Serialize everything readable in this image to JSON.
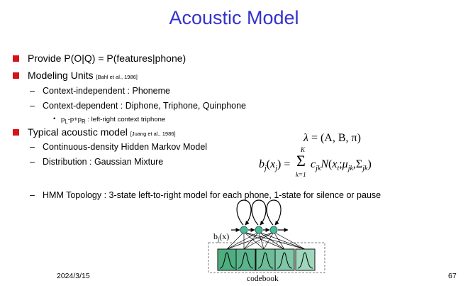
{
  "slide": {
    "title": "Acoustic Model",
    "bullets": [
      {
        "text": "Provide P(O|Q) = P(features|phone)"
      },
      {
        "text": "Modeling Units",
        "cite": "[Bahl et al., 1986]"
      },
      {
        "text": "Context-independent : Phoneme"
      },
      {
        "text": "Context-dependent : Diphone, Triphone, Quinphone"
      },
      {
        "text": " : left-right context triphone"
      },
      {
        "text": "Typical acoustic model",
        "cite": "[Juang et al., 1986]"
      },
      {
        "text": "Continuous-density Hidden Markov Model"
      },
      {
        "text": "Distribution : Gaussian Mixture"
      },
      {
        "text": "HMM Topology : 3-state left-to-right model for each phone, 1-state for silence or pause"
      }
    ],
    "triphone": {
      "p": "p",
      "l": "L",
      "mid": "-p+p",
      "r": "R"
    },
    "formula_lambda": {
      "lhs": "λ",
      "rhs": "= (A, B, π)"
    },
    "formula_b": {
      "b": "b",
      "j": "j",
      "x": "x",
      "eq": "=",
      "sum": "Σ",
      "K": "K",
      "k1": "k=1",
      "c": "c",
      "jk": "jk",
      "N": "N",
      "xt": "x",
      "t": "t",
      "mu": "μ",
      "Sigma": "Σ"
    },
    "diagram": {
      "bj_b": "b",
      "bj_j": "j",
      "bj_x": "(x)",
      "codebook": "codebook"
    },
    "footer": {
      "date": "2024/3/15",
      "page": "67"
    }
  }
}
